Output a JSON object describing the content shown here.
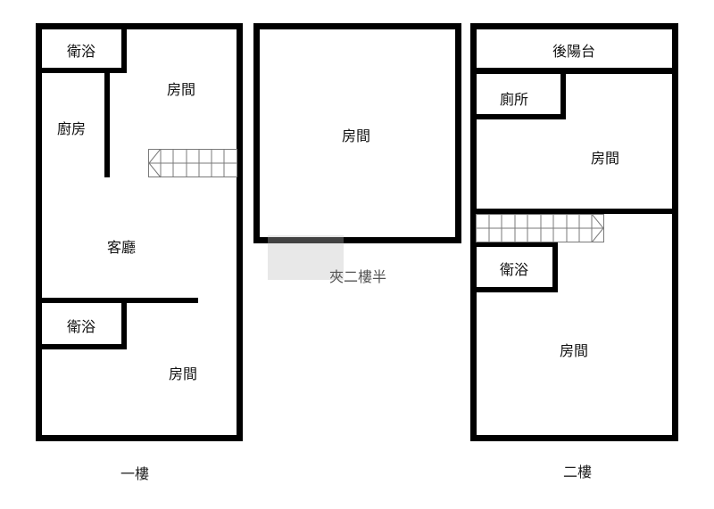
{
  "floors": [
    {
      "id": "floor-1",
      "label": "一樓",
      "rooms": [
        {
          "name": "衛浴"
        },
        {
          "name": "房間"
        },
        {
          "name": "廚房"
        },
        {
          "name": "客廳"
        },
        {
          "name": "衛浴"
        },
        {
          "name": "房間"
        }
      ]
    },
    {
      "id": "mezzanine",
      "label": "夾二樓半",
      "rooms": [
        {
          "name": "房間"
        }
      ]
    },
    {
      "id": "floor-2",
      "label": "二樓",
      "rooms": [
        {
          "name": "後陽台"
        },
        {
          "name": "廁所"
        },
        {
          "name": "房間"
        },
        {
          "name": "衛浴"
        },
        {
          "name": "房間"
        }
      ]
    }
  ],
  "colors": {
    "wall": "#000000",
    "stair_line": "#7a7a7a",
    "background": "#ffffff"
  }
}
